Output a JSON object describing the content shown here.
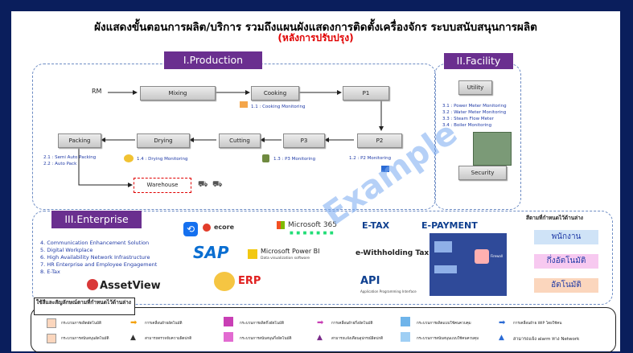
{
  "title": "ผังแสดงขั้นตอนการผลิต/บริการ รวมถึงแผนผังแสดงการติดตั้งเครื่องจักร ระบบสนับสนุนการผลิต",
  "subtitle": "(หลังการปรับปรุง)",
  "sections": {
    "production": "I.Production",
    "facility": "II.Facility",
    "enterprise": "III.Enterprise"
  },
  "flow": {
    "rm": "RM",
    "mixing": "Mixing",
    "cooking": "Cooking",
    "p1": "P1",
    "p2": "P2",
    "p3": "P3",
    "cutting": "Cutting",
    "drying": "Drying",
    "packing": "Packing",
    "warehouse": "Warehouse",
    "utility": "Utility",
    "security": "Security"
  },
  "monitoring": {
    "cooking": "1.1 : Cooking Monitoring",
    "p2": "1.2 : P2 Monitoring",
    "p3": "1.3 : P3 Monitoring",
    "drying": "1.4 : Drying Monitoring",
    "packing": [
      "2.1 : Semi Auto Packing",
      "2.2 : Auto Pack"
    ],
    "facility": [
      "3.1 : Power Meter Monitoring",
      "3.2 : Water Meter Monitoring",
      "3.3 : Steam Flow Meter",
      "3.4 : Boiler Monitoring"
    ]
  },
  "enterprise_items": [
    "4. Communication Enhancement Solution",
    "5. Digital Workplace",
    "6. High Availability Network Infrastructure",
    "7. HR Enterprise and Employee Engagement",
    "8. E-Tax"
  ],
  "logos": {
    "ecore": "ecore",
    "ms365": "Microsoft 365",
    "etax": "E-TAX",
    "payment": "E-PAYMENT",
    "sap": "SAP",
    "powerbi": "Microsoft Power BI",
    "powerbi_sub": "Data visualization software",
    "wht": "e-Withholding Tax",
    "erp": "ERP",
    "api": "API",
    "api_sub": "Application Programming Interface",
    "assetview": "AssetView",
    "firewall": "Firewall"
  },
  "legend_right": {
    "title": "สีตามที่กำหนดไว้ด้านล่าง",
    "items": [
      "พนักงาน",
      "กึ่งอัตโนมัติ",
      "อัตโนมัติ"
    ],
    "colors": [
      "#cfe3f7",
      "#f7c9f0",
      "#fbd6bd"
    ]
  },
  "legend_bottom": {
    "header": "ใช้สีและสัญลักษณ์ตามที่กำหนดไว้ด้านล่าง",
    "row1": [
      "กระบวนการผลิตอัตโนมัติ",
      "การเคลื่อนย้ายอัตโนมัติ",
      "กระบวนการผลิตกึ่งอัตโนมัติ",
      "การเคลื่อนย้ายกึ่งอัตโนมัติ",
      "กระบวนการผลิตแบบใช้คนควบคุม",
      "การเคลื่อนย้าย WIP โดยใช้คน"
    ],
    "row2": [
      "กระบวนการสนับสนุนอัตโนมัติ",
      "สามารถตรวจจับความผิดปกติ",
      "กระบวนการสนับสนุนกึ่งอัตโนมัติ",
      "สามารถแจ้งเตือนอุปกรณ์ผิดปกติ",
      "กระบวนการสนับสนุนแบบใช้คนควบคุม",
      "สามารถแจ้ง alarm ทาง Network"
    ]
  },
  "watermark": "Example"
}
